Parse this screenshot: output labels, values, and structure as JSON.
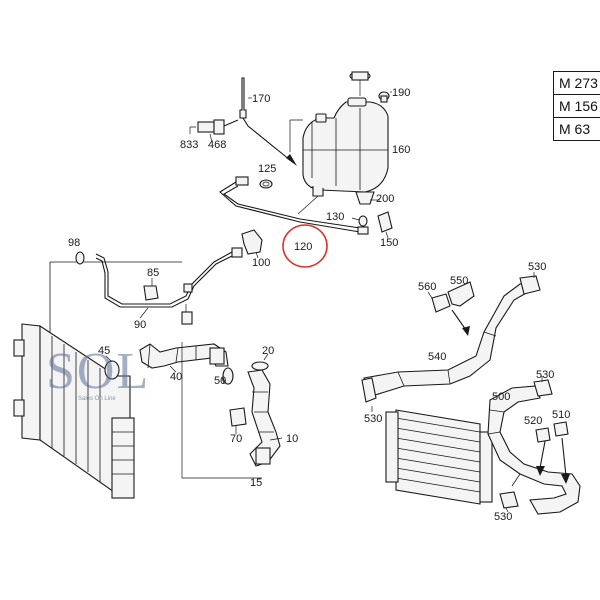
{
  "diagram": {
    "engine_codes": [
      "M 273",
      "M 156",
      "M 63"
    ],
    "callouts": {
      "p170": "170",
      "p190": "190",
      "p833": "833",
      "p468": "468",
      "p160": "160",
      "p125": "125",
      "p200": "200",
      "p130": "130",
      "p150": "150",
      "p120": "120",
      "p98": "98",
      "p85": "85",
      "p100": "100",
      "p90": "90",
      "p45": "45",
      "p40": "40",
      "p50": "50",
      "p20": "20",
      "p70": "70",
      "p10": "10",
      "p15": "15",
      "p530a": "530",
      "p560": "560",
      "p550": "550",
      "p540": "540",
      "p530b": "530",
      "p530c": "530",
      "p500": "500",
      "p520": "520",
      "p510": "510",
      "p530d": "530"
    },
    "highlight_color": "#d9342b",
    "watermark": {
      "logo_text": "SOL",
      "tagline": "Sales On Line"
    }
  }
}
